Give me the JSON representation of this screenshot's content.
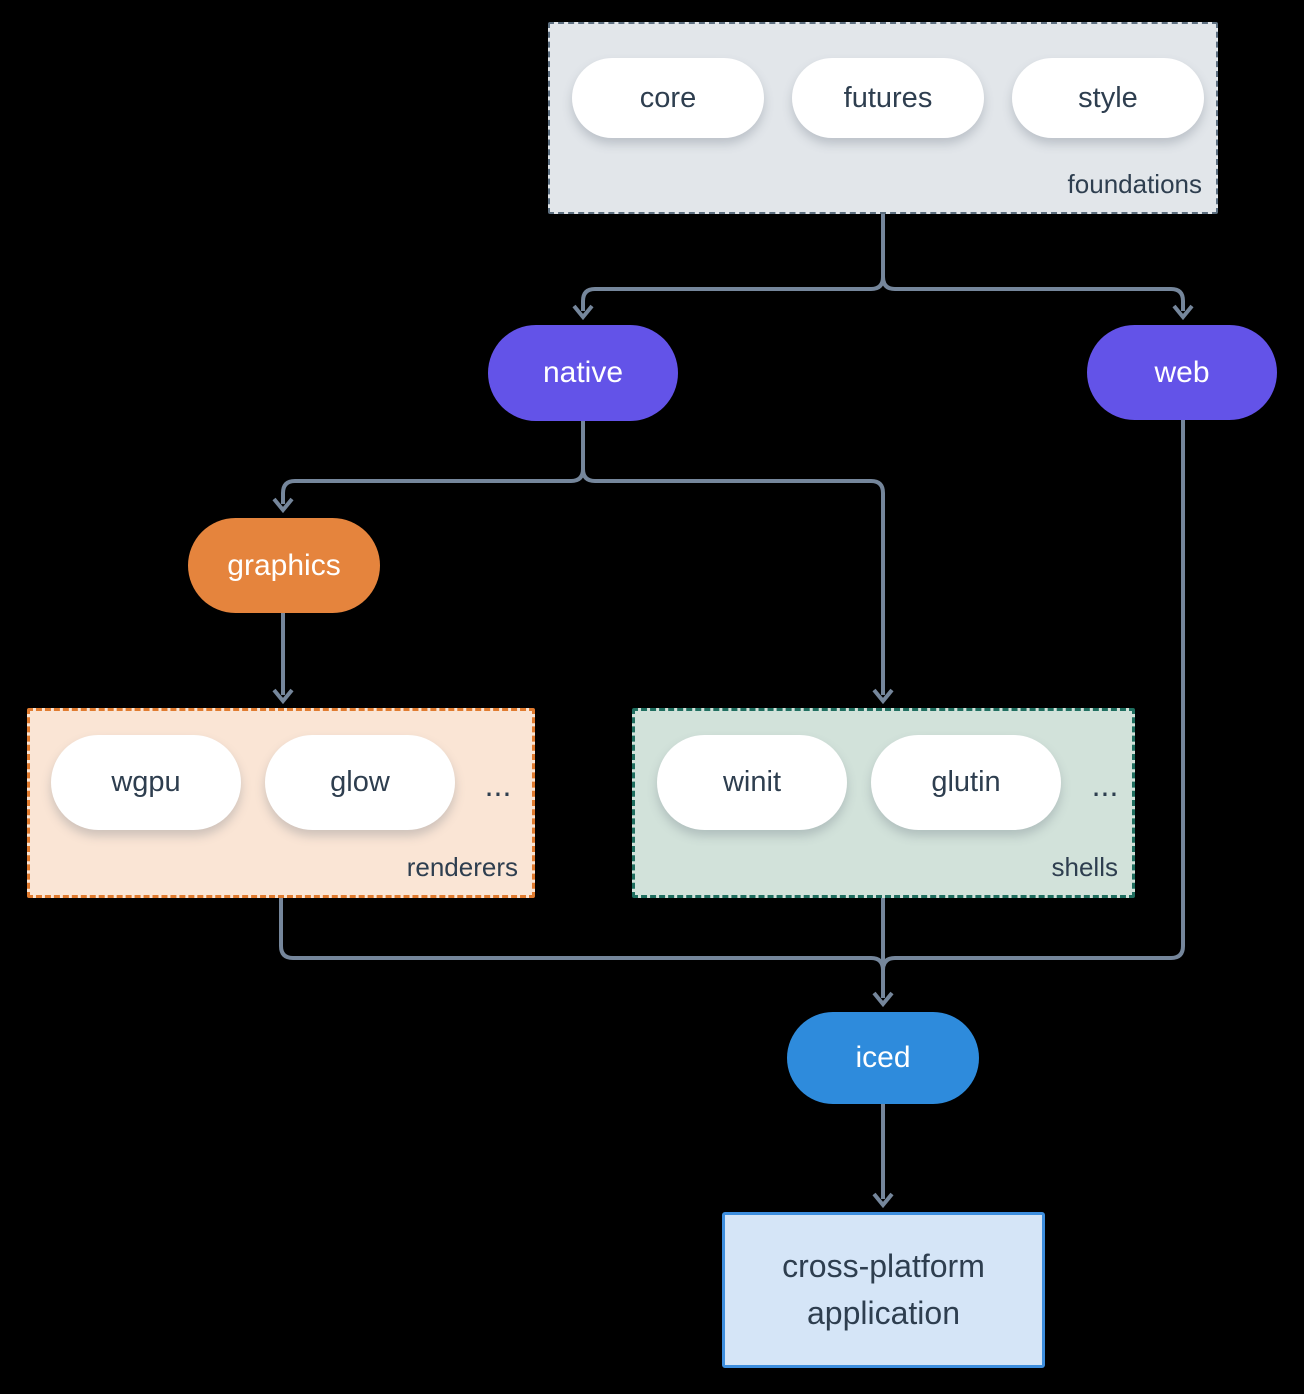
{
  "groups": {
    "foundations": {
      "label": "foundations",
      "pills": [
        "core",
        "futures",
        "style"
      ]
    },
    "renderers": {
      "label": "renderers",
      "pills": [
        "wgpu",
        "glow"
      ],
      "ellipsis": "..."
    },
    "shells": {
      "label": "shells",
      "pills": [
        "winit",
        "glutin"
      ],
      "ellipsis": "..."
    }
  },
  "nodes": {
    "native": "native",
    "web": "web",
    "graphics": "graphics",
    "iced": "iced",
    "app_lines": [
      "cross-platform",
      "application"
    ]
  },
  "colors": {
    "background": "#000000",
    "connector": "#75869B",
    "purple": "#6353E8",
    "orange": "#E5843D",
    "blue": "#2E8BDC",
    "foundations_fill": "#E2E6EA",
    "foundations_border": "#5D6F80",
    "renderers_fill": "#FAE5D5",
    "renderers_border": "#E07B2F",
    "shells_fill": "#D2E2DA",
    "shells_border": "#1F6E5F",
    "app_fill": "#D5E5F7",
    "app_border": "#3D8EDE",
    "text_dark": "#2E3E4F",
    "text_light": "#FFFFFF"
  }
}
